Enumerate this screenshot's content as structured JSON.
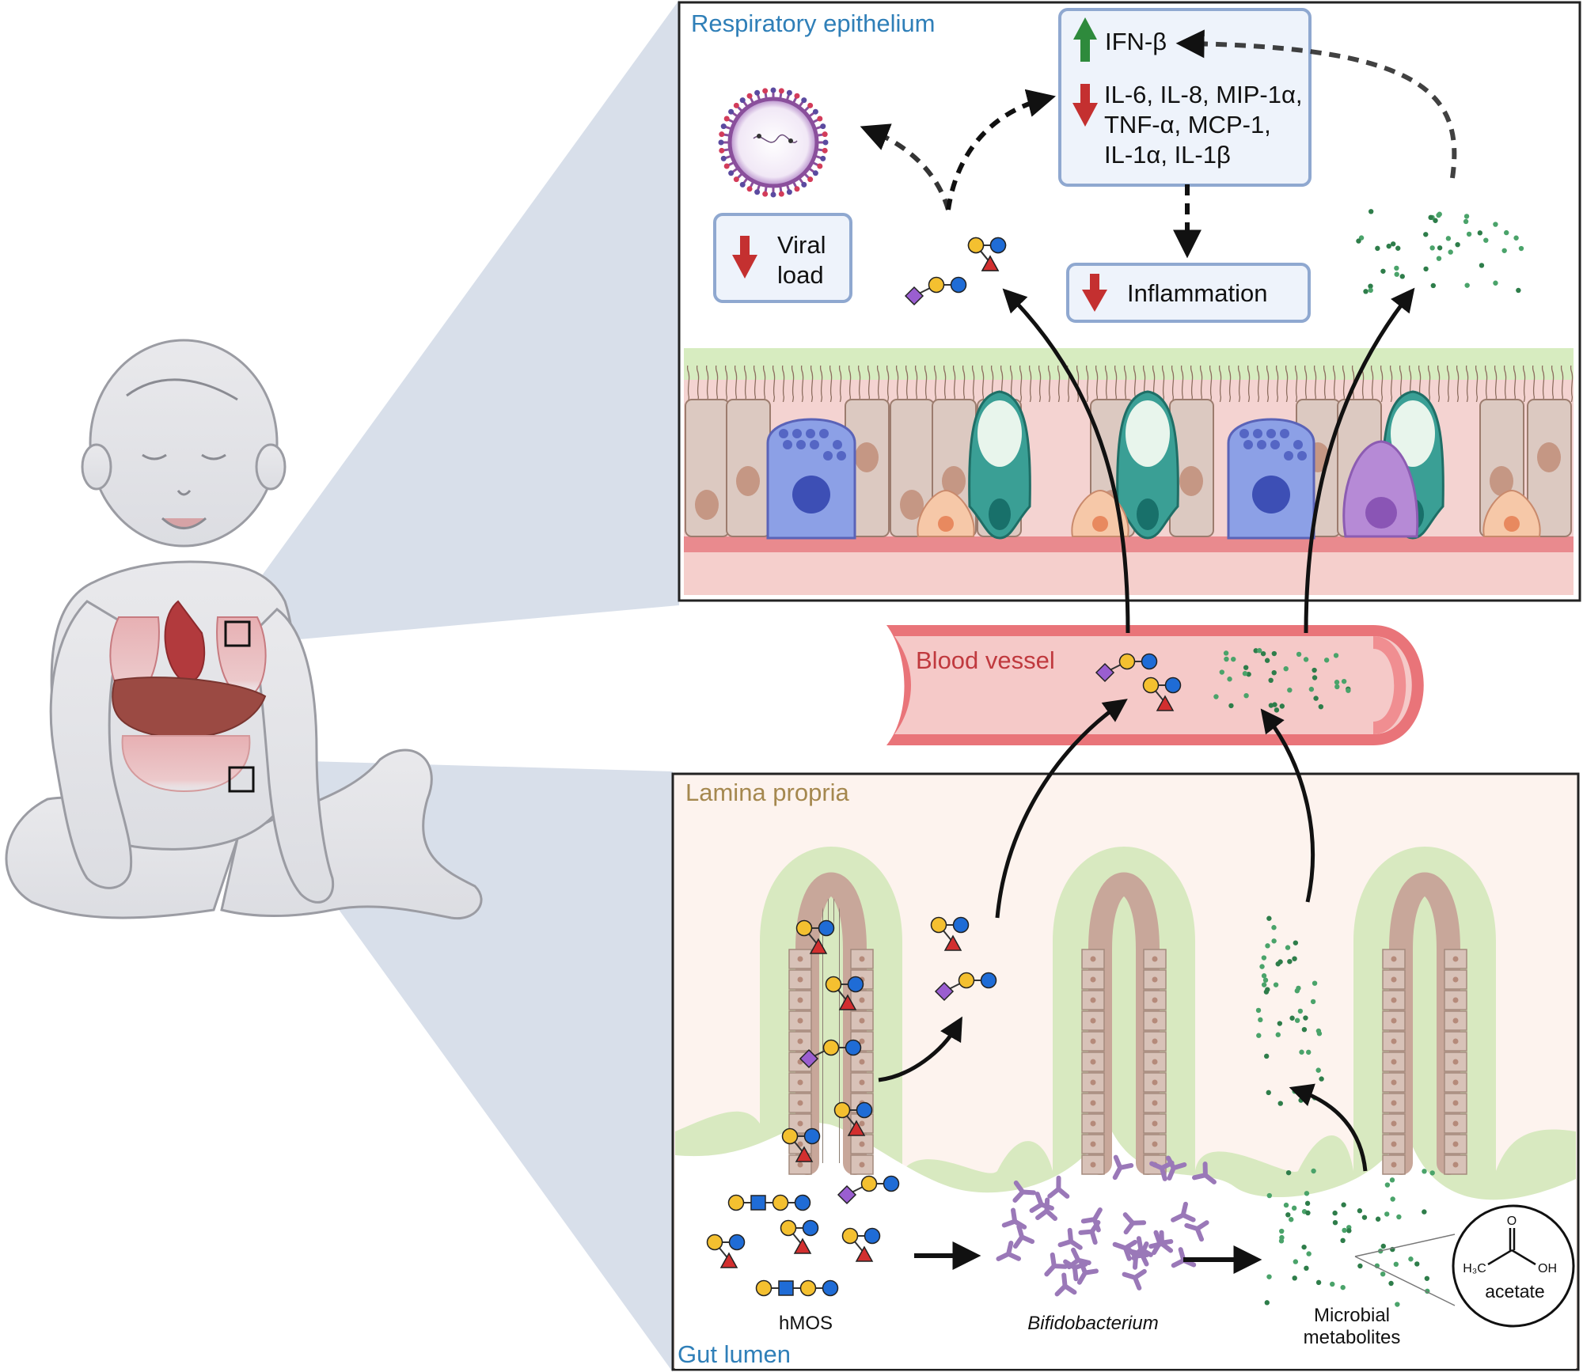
{
  "labels": {
    "respiratory_epithelium": "Respiratory epithelium",
    "blood_vessel": "Blood vessel",
    "lamina_propria": "Lamina propria",
    "gut_lumen": "Gut lumen",
    "hmos": "hMOS",
    "bifidobacterium": "Bifidobacterium",
    "microbial_metabolites_line1": "Microbial",
    "microbial_metabolites_line2": "metabolites",
    "acetate": "acetate",
    "acetate_o": "O",
    "acetate_oh": "OH",
    "acetate_h3c": "H₃C"
  },
  "cytokine_box": {
    "up_item": "IFN-β",
    "down_line1": "IL-6, IL-8, MIP-1α,",
    "down_line2": "TNF-α, MCP-1,",
    "down_line3": "IL-1α, IL-1β"
  },
  "viral_load_box": {
    "line1": "Viral",
    "line2": "load"
  },
  "inflammation_box": {
    "label": "Inflammation"
  },
  "colors": {
    "up_arrow": "#2e8a3c",
    "down_arrow": "#c43030",
    "box_border": "#8fa8d0",
    "box_fill": "#eef3fb",
    "label_blue": "#2f7fb8",
    "label_brown": "#a5884f",
    "label_red": "#c0393e",
    "metabolite_dot": "#2e7d4a",
    "bacteria": "#9a78b8"
  }
}
